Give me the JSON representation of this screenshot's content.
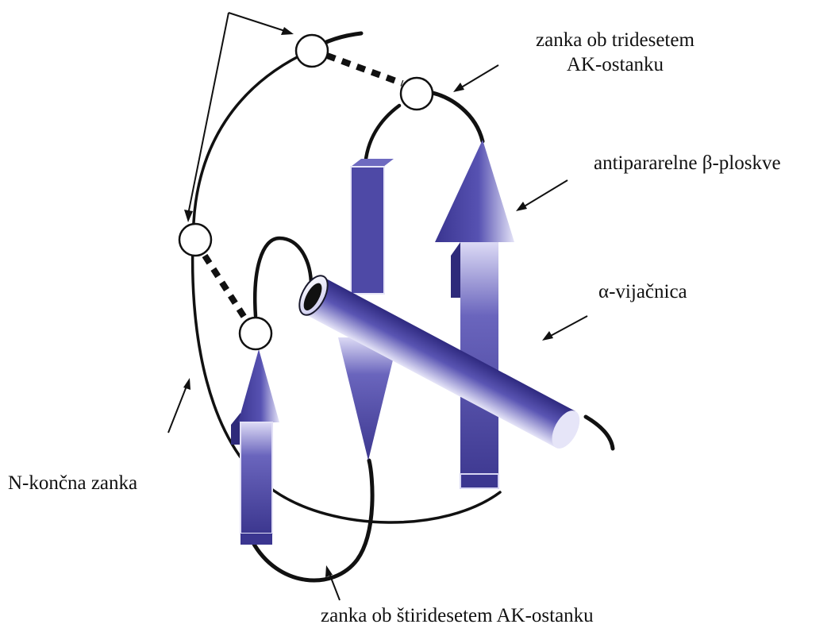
{
  "labels": {
    "loop30_line1": "zanka ob tridesetem",
    "loop30_line2": "AK-ostanku",
    "beta_sheets": "antipararelne β-ploskve",
    "alpha_helix": "α-vijačnica",
    "n_terminal_loop": "N-končna zanka",
    "loop40": "zanka ob štiridesetem AK-ostanku"
  },
  "colors": {
    "strand": "#4f4aa6",
    "strand_dark": "#34307e",
    "strand_light": "#c8c6ee",
    "helix": "#4b46a3",
    "line": "#111111",
    "disulfide": "#111111",
    "background": "#ffffff"
  },
  "legend": {
    "elements": [
      "disulfide-bond-circles",
      "beta-strand-arrows",
      "alpha-helix-cylinder",
      "backbone-loops"
    ]
  }
}
